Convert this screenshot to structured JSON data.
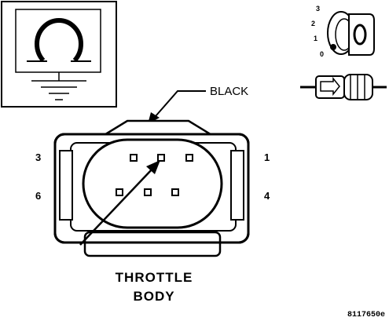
{
  "wire_label": "BLACK",
  "pin_numbers": {
    "top_left": "3",
    "top_right": "1",
    "bottom_left": "6",
    "bottom_right": "4"
  },
  "component_name": {
    "line1": "THROTTLE",
    "line2": "BODY"
  },
  "ignition_positions": [
    "3",
    "2",
    "1",
    "0"
  ],
  "key_symbol": "0",
  "figure_code": "8117650e",
  "icons": {
    "ground_symbol": "omega-over-ground-icon",
    "ignition_key": "ignition-key-icon",
    "connector_side_view": "connector-side-view-icon"
  }
}
